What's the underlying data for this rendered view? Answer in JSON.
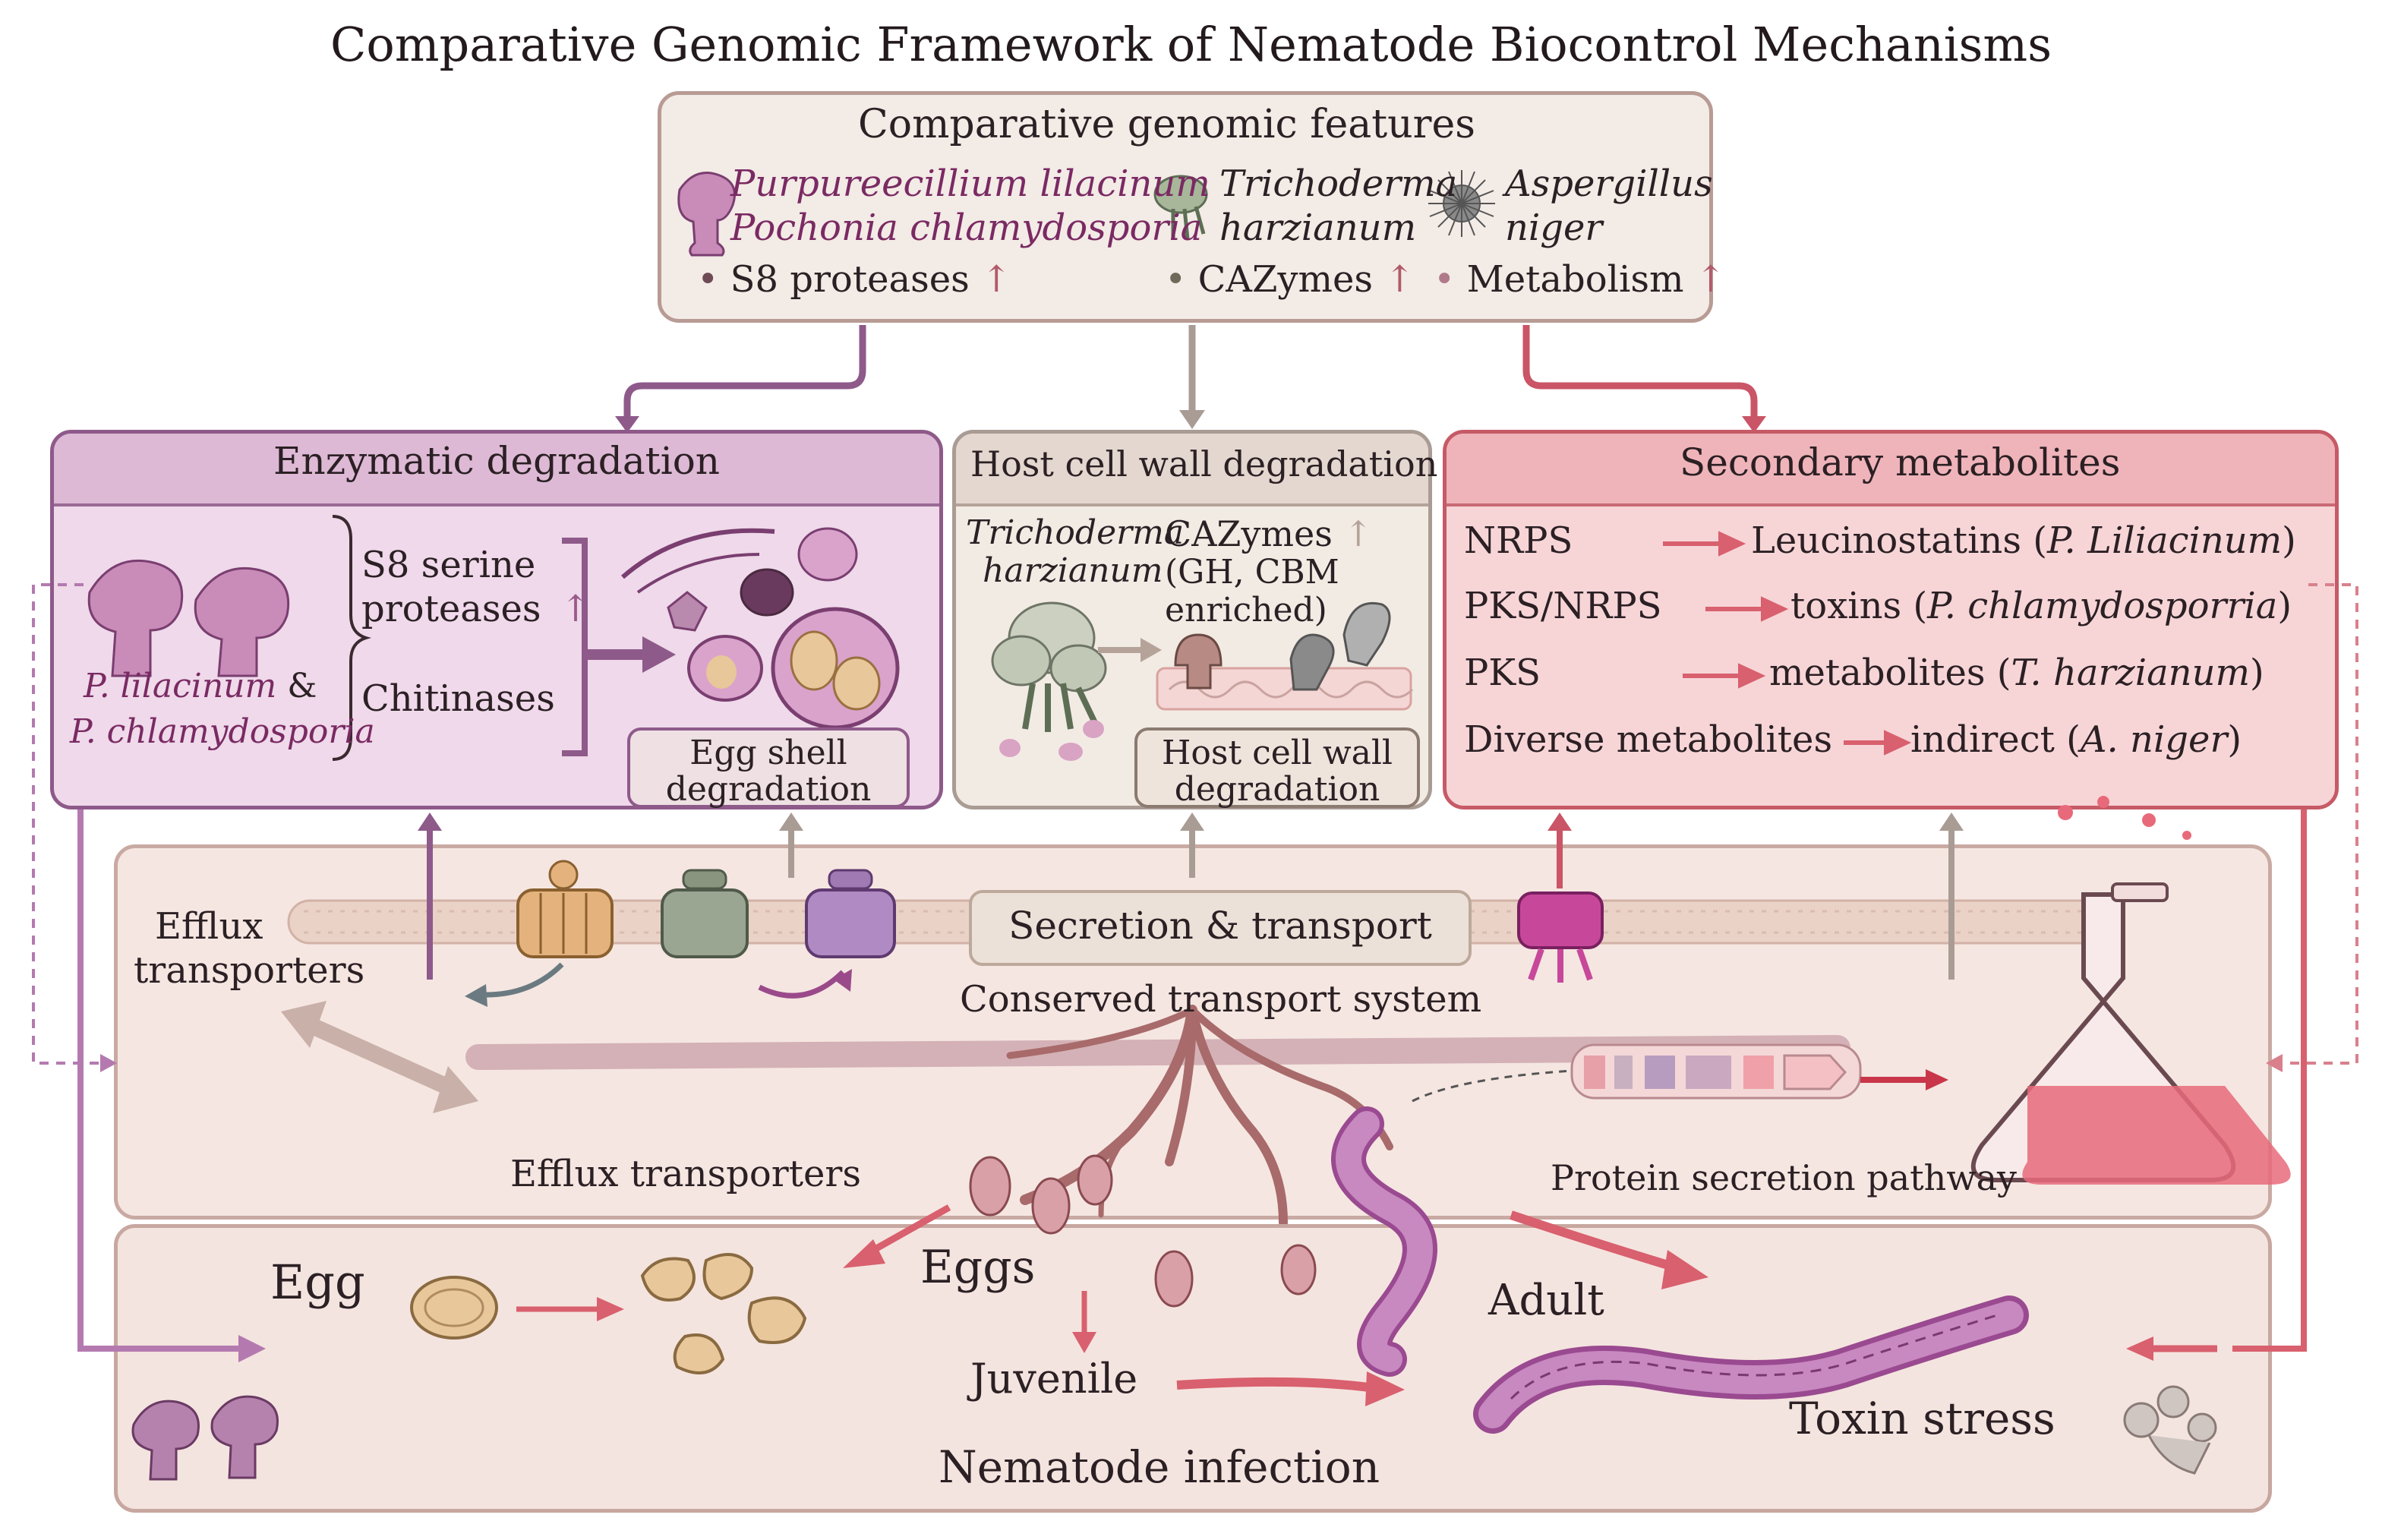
{
  "title": "Comparative Genomic Framework of Nematode Biocontrol Mechanisms",
  "features": {
    "heading": "Comparative genomic features",
    "species_1": "Purpureecillium lilacinum",
    "species_2": "Pochonia chlamydosporia",
    "species_3a": "Trichoderma",
    "species_3b": "harzianum",
    "species_4a": "Aspergillus",
    "species_4b": "niger",
    "trait_1": "S8 proteases",
    "trait_2": "CAZymes",
    "trait_3": "Metabolism",
    "up_arrow": "↑",
    "bullet": "•"
  },
  "enzymatic": {
    "heading": "Enzymatic degradation",
    "s8_line1": "S8 serine",
    "s8_line2": "proteases",
    "chitinases": "Chitinases",
    "species_a": "P. lilacinum",
    "ampersand": "&",
    "species_b": "P. chlamydosporia",
    "box_line1": "Egg shell",
    "box_line2": "degradation"
  },
  "hostwall": {
    "heading": "Host cell wall degradation",
    "species_a": "Trichoderma",
    "species_b": "harzianum",
    "cazymes": "CAZymes",
    "gh_line1": "(GH, CBM",
    "gh_line2": "enriched)",
    "box_line1": "Host cell wall",
    "box_line2": "degradation"
  },
  "secondary": {
    "heading": "Secondary metabolites",
    "rows": [
      {
        "gene": "NRPS",
        "product": "Leucinostatins (",
        "species": "P. Liliacinum",
        "close": ")"
      },
      {
        "gene": "PKS/NRPS",
        "product": "toxins (",
        "species": "P. chlamydosporria",
        "close": ")"
      },
      {
        "gene": "PKS",
        "product": "metabolites (",
        "species": "T. harzianum",
        "close": ")"
      },
      {
        "gene": "Diverse metabolites",
        "product": "indirect (",
        "species": "A. niger",
        "close": ")"
      }
    ]
  },
  "transport": {
    "efflux_top_1": "Efflux",
    "efflux_top_2": "transporters",
    "secretion": "Secretion & transport",
    "conserved": "Conserved transport system",
    "efflux_bottom": "Efflux transporters",
    "protein_secretion": "Protein secretion pathway"
  },
  "infection": {
    "egg": "Egg",
    "eggs": "Eggs",
    "juvenile": "Juvenile",
    "adult": "Adult",
    "toxin_stress": "Toxin stress",
    "caption": "Nematode infection"
  },
  "colors": {
    "purple": "#8e5a8a",
    "brown": "#a99c95",
    "red": "#c65a66",
    "accent_arrow": "#d9606e"
  }
}
